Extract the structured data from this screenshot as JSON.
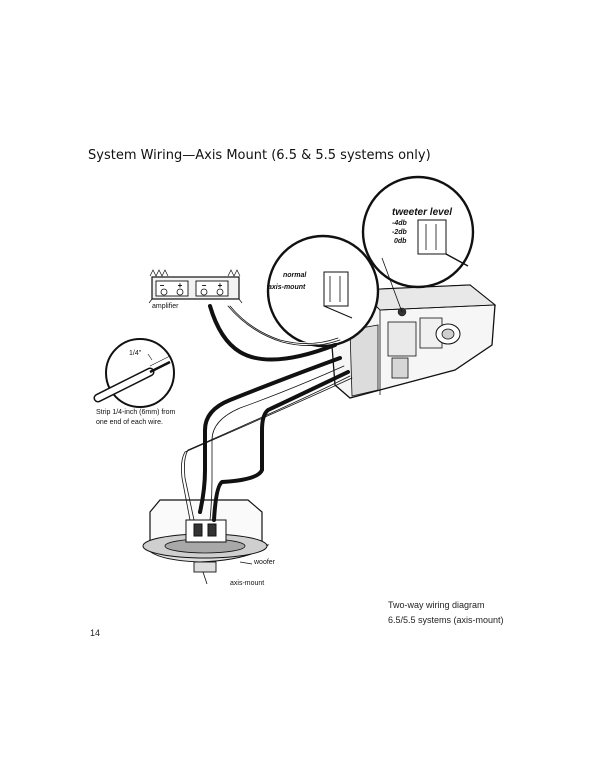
{
  "page": {
    "title": "System Wiring—Axis Mount (6.5 & 5.5 systems only)",
    "page_number": "14"
  },
  "diagram": {
    "labels": {
      "amplifier": "amplifier",
      "minus": "−",
      "plus": "+",
      "quarter": "1/4\"",
      "strip_line1": "Strip 1/4-inch (6mm) from",
      "strip_line2": "one end of each wire.",
      "normal": "normal",
      "axis_mount_switch": "axis-mount",
      "tweeter_level": "tweeter level",
      "level_4db": "-4db",
      "level_2db": "-2db",
      "level_0db": "0db",
      "woofer": "woofer",
      "axis_mount": "axis-mount"
    }
  },
  "caption": {
    "line1": "Two-way wiring diagram",
    "line2": "6.5/5.5 systems (axis-mount)"
  }
}
